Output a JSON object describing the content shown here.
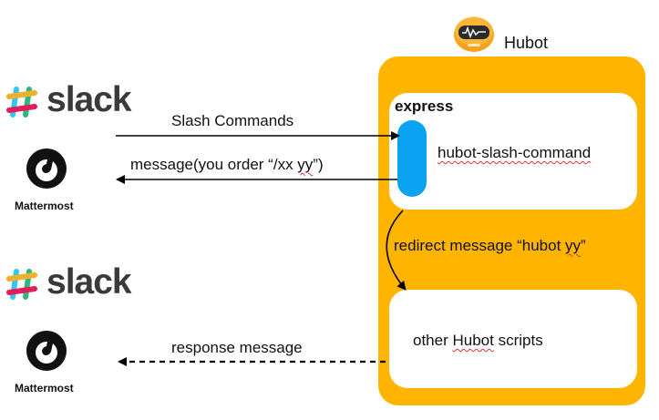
{
  "hubot": {
    "title": "Hubot",
    "robot_color": "#F7A21B"
  },
  "express": {
    "title": "express",
    "plugin_label": "hubot-slash-command",
    "plugin_bar_color": "#0AA3F2"
  },
  "scripts": {
    "label_pre": "other ",
    "label_word": "Hubot",
    "label_post": " scripts"
  },
  "arrows": {
    "slash_commands": "Slash Commands",
    "message_order_pre": "message(you order “/xx ",
    "message_order_word": "yy",
    "message_order_post": "”)",
    "redirect_pre": "redirect message “hubot ",
    "redirect_word": "yy",
    "redirect_post": "”",
    "response": "response message"
  },
  "platforms": {
    "slack": "slack",
    "mattermost": "Mattermost"
  },
  "colors": {
    "container": "#FFB400",
    "panel": "#FFFFFF",
    "spell_underline": "#DD3333"
  }
}
